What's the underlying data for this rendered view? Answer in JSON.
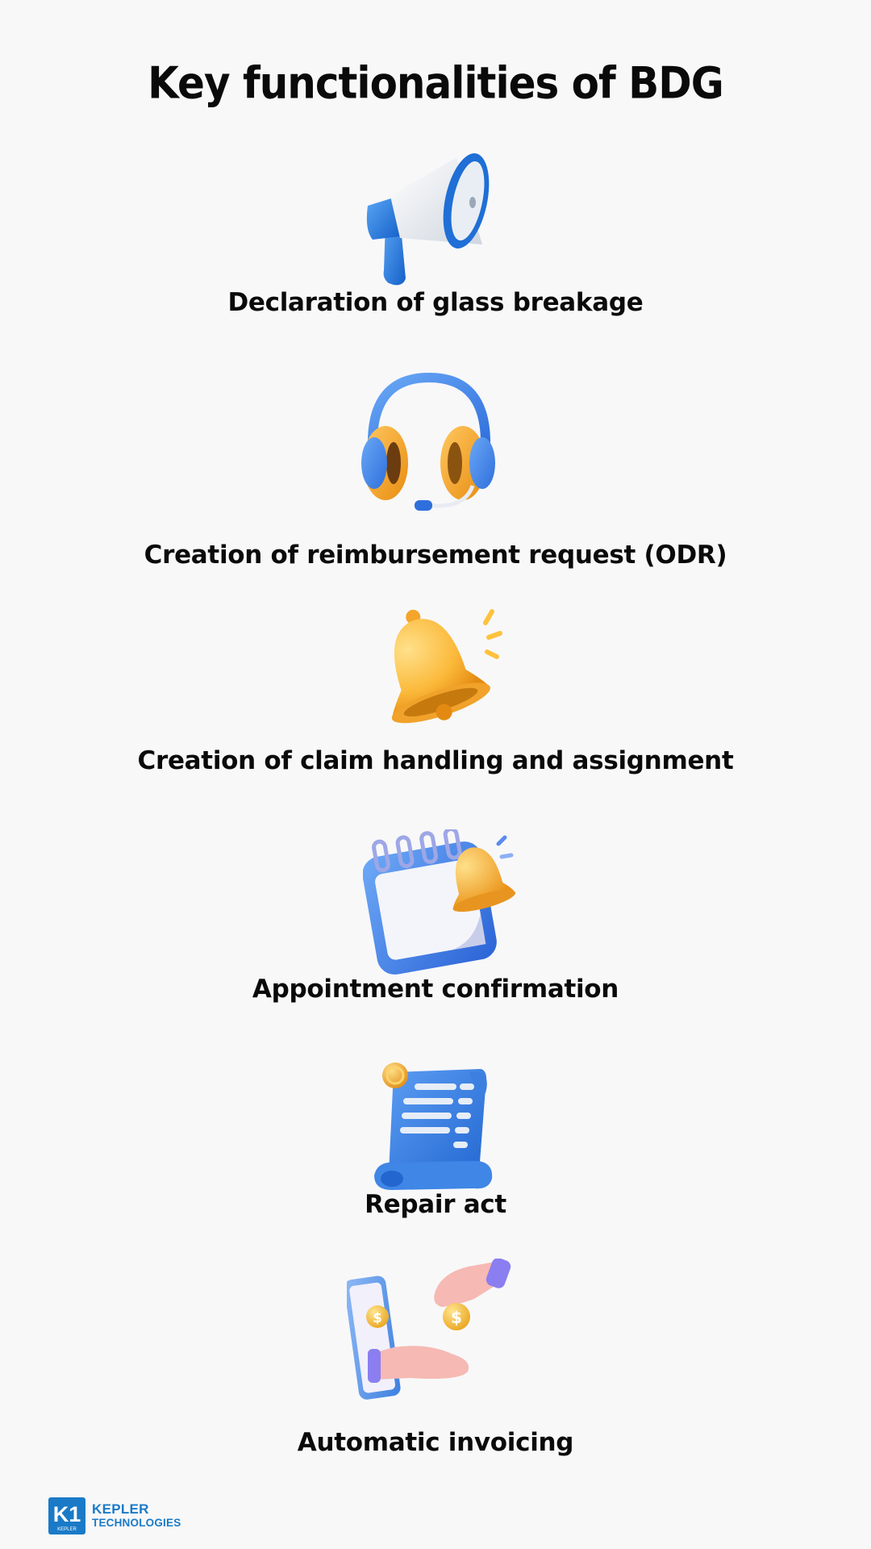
{
  "title": "Key functionalities of BDG",
  "features": [
    {
      "label": "Declaration of glass breakage",
      "icon": "megaphone-icon"
    },
    {
      "label": "Creation of reimbursement request (ODR)",
      "icon": "headset-icon"
    },
    {
      "label": "Creation of claim handling and assignment",
      "icon": "bell-icon"
    },
    {
      "label": "Appointment confirmation",
      "icon": "calendar-bell-icon"
    },
    {
      "label": "Repair act",
      "icon": "receipt-icon"
    },
    {
      "label": "Automatic invoicing",
      "icon": "payment-icon"
    }
  ],
  "logo": {
    "mark_text": "K1",
    "mark_sub": "KEPLER",
    "line1": "KEPLER",
    "line2": "TECHNOLOGIES"
  },
  "colors": {
    "background": "#f8f8f9",
    "text": "#0a0a0a",
    "blue": "#2f7fe0",
    "orange": "#f6a623",
    "brand": "#1a7ac7"
  }
}
